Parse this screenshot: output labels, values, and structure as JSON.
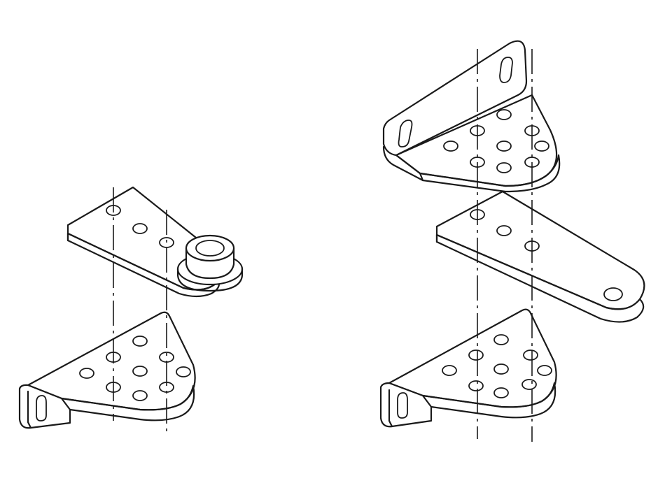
{
  "colors": {
    "ink": "#1a1a1a",
    "paper": "#ffffff"
  },
  "assemblies": [
    {
      "parts": [
        "top-arm-with-pivot-bushing",
        "bottom-floor-bracket"
      ]
    },
    {
      "parts": [
        "top-jamb-bracket",
        "middle-pivot-arm",
        "bottom-floor-bracket"
      ]
    }
  ]
}
